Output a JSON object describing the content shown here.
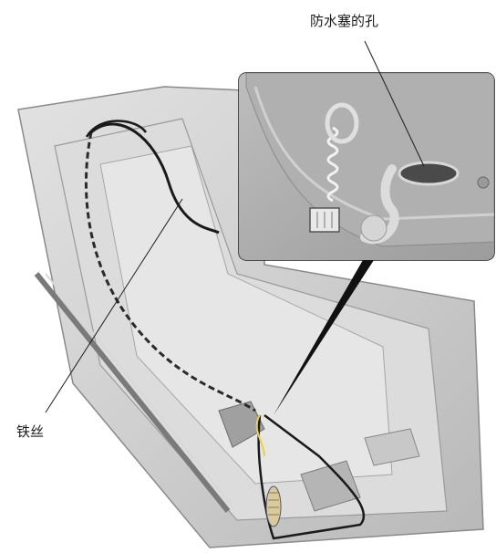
{
  "labels": {
    "plug_hole": "防水塞的孔",
    "wire": "铁丝"
  },
  "colors": {
    "background": "#ffffff",
    "panel_gray": "#d4d4d4",
    "line_dark": "#1a1a1a",
    "wire_yellow": "#e8d04a"
  },
  "illustration": {
    "subject": "car-hood-interior-with-routed-wire",
    "inset": "magnified-hood-hole-with-grommet"
  }
}
